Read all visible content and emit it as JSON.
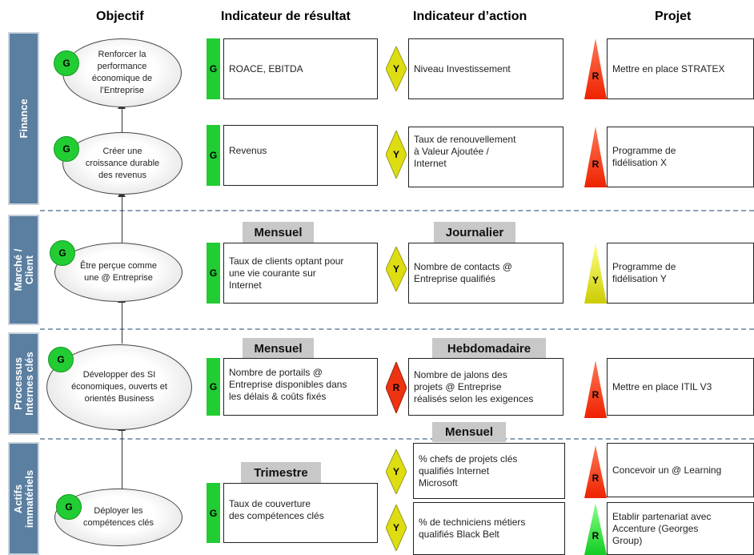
{
  "headers": {
    "objectif": "Objectif",
    "resultat": "Indicateur de résultat",
    "action": "Indicateur d’action",
    "projet": "Projet"
  },
  "perspectives": {
    "finance": "Finance",
    "marche_l1": "Marché /",
    "marche_l2": "Client",
    "processus_l1": "Processus",
    "processus_l2": "Internes clés",
    "actifs_l1": "Actifs",
    "actifs_l2": "immatériels"
  },
  "objectives": [
    {
      "status": "G",
      "text": "Renforcer la performance économique de l’Entreprise"
    },
    {
      "status": "G",
      "text": "Créer une croissance durable des revenus"
    },
    {
      "status": "G",
      "text": "Être perçue comme une @ Entreprise"
    },
    {
      "status": "G",
      "text": "Développer des SI économiques, ouverts et orientés Business"
    },
    {
      "status": "G",
      "text": "Déployer les compétences clés"
    }
  ],
  "frequencies": {
    "res_marche": "Mensuel",
    "act_marche": "Journalier",
    "res_processus": "Mensuel",
    "act_processus": "Hebdomadaire",
    "act_actifs": "Mensuel",
    "res_actifs": "Trimestre"
  },
  "result_indicators": [
    {
      "status": "G",
      "text": "ROACE, EBITDA"
    },
    {
      "status": "G",
      "text": "Revenus"
    },
    {
      "status": "G",
      "text": "Taux de clients optant pour\nune vie courante sur\nInternet"
    },
    {
      "status": "G",
      "text": "Nombre de portails @\nEntreprise disponibles dans\nles délais & coûts fixés"
    },
    {
      "status": "G",
      "text": "Taux de couverture\ndes compétences clés"
    }
  ],
  "action_indicators": [
    {
      "status": "Y",
      "text": "Niveau Investissement"
    },
    {
      "status": "Y",
      "text": "Taux de renouvellement\nà Valeur Ajoutée /\nInternet"
    },
    {
      "status": "Y",
      "text": "Nombre de contacts @\nEntreprise qualifiés"
    },
    {
      "status": "R",
      "text": "Nombre de jalons des\nprojets @ Entreprise\nréalisés selon les exigences"
    },
    {
      "status": "Y",
      "text": "% chefs de projets clés\nqualifiés Internet\nMicrosoft"
    },
    {
      "status": "Y",
      "text": "% de techniciens métiers\nqualifiés Black Belt"
    }
  ],
  "projects": [
    {
      "status": "R",
      "text": "Mettre en place STRATEX"
    },
    {
      "status": "R",
      "text": "Programme de\nfidélisation X"
    },
    {
      "status": "Y",
      "text": "Programme de\nfidélisation Y"
    },
    {
      "status": "R",
      "text": "Mettre en place ITIL V3"
    },
    {
      "status": "R",
      "text": "Concevoir un @ Learning"
    },
    {
      "status": "R",
      "text": "Etablir partenariat avec\nAccenture (Georges\nGroup)"
    }
  ],
  "colors": {
    "green": "#22cc33",
    "yellow": "#dddd11",
    "red": "#ee3311",
    "sidebar": "#5b7fa0",
    "label_bg": "#c8c8c8"
  }
}
